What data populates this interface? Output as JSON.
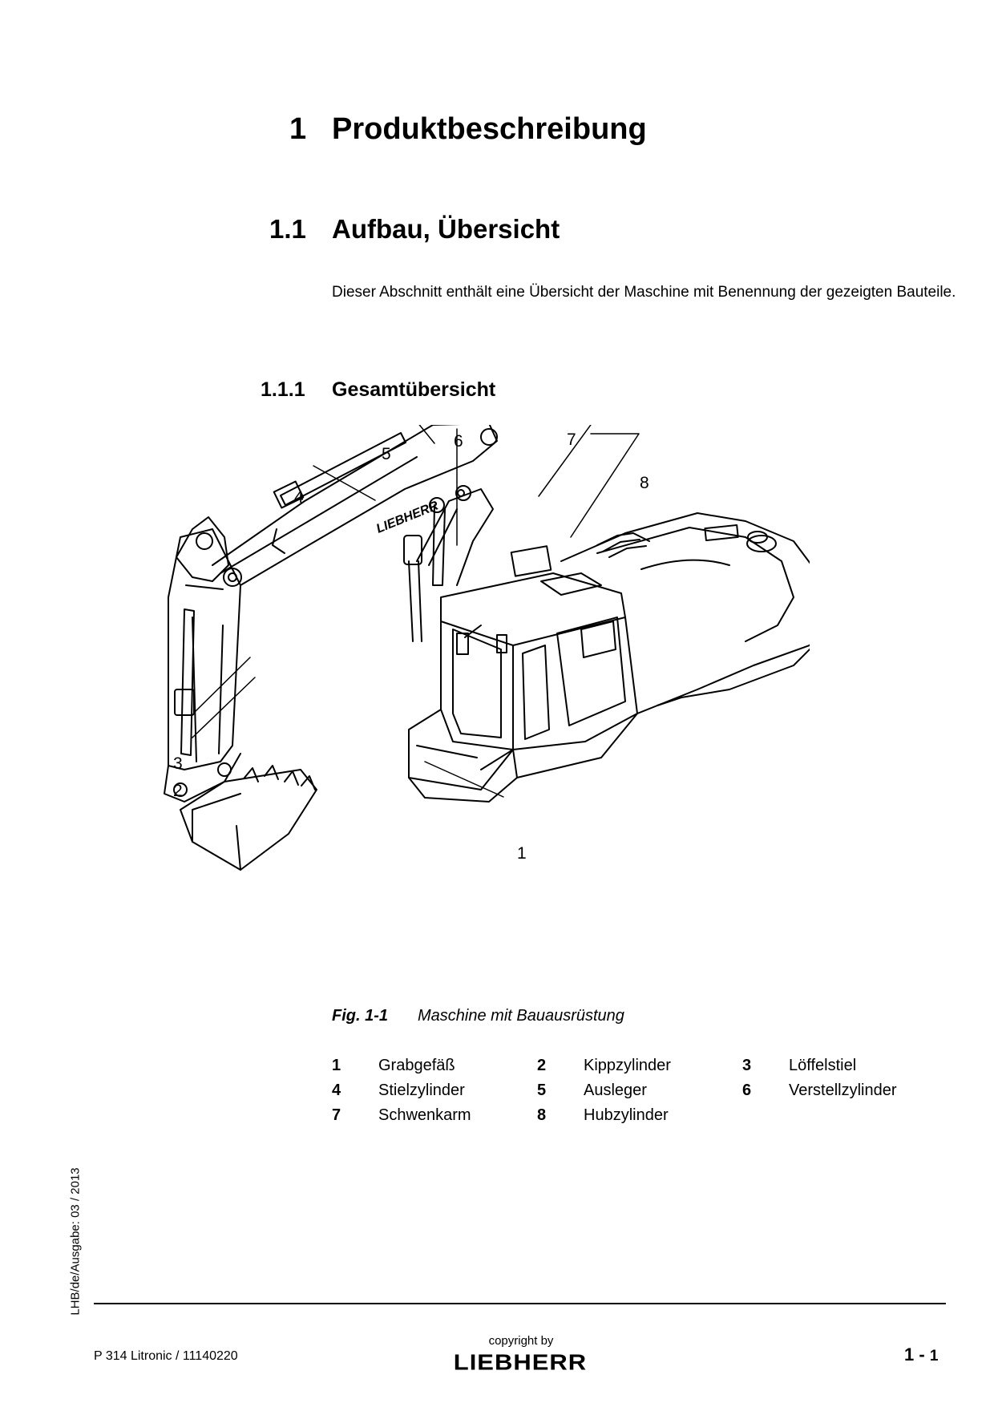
{
  "heading1": {
    "number": "1",
    "title": "Produktbeschreibung"
  },
  "heading2": {
    "number": "1.1",
    "title": "Aufbau, Übersicht"
  },
  "intro": "Dieser Abschnitt enthält eine Übersicht der Maschine mit Benennung der gezeigten Bauteile.",
  "heading3": {
    "number": "1.1.1",
    "title": "Gesamtübersicht"
  },
  "figure": {
    "callouts": [
      "1",
      "2",
      "3",
      "4",
      "5",
      "6",
      "7",
      "8"
    ],
    "boom_brand": "LIEBHERR",
    "caption_label": "Fig. 1-1",
    "caption_text": "Maschine mit Bauausrüstung"
  },
  "legend": [
    {
      "num": "1",
      "label": "Grabgefäß"
    },
    {
      "num": "2",
      "label": "Kippzylinder"
    },
    {
      "num": "3",
      "label": "Löffelstiel"
    },
    {
      "num": "4",
      "label": "Stielzylinder"
    },
    {
      "num": "5",
      "label": "Ausleger"
    },
    {
      "num": "6",
      "label": "Verstellzylinder"
    },
    {
      "num": "7",
      "label": "Schwenkarm"
    },
    {
      "num": "8",
      "label": "Hubzylinder"
    }
  ],
  "side_note": "LHB/de/Ausgabe: 03 / 2013",
  "footer": {
    "doc_id": "P 314 Litronic / 11140220",
    "copyright": "copyright by",
    "logo_text": "LIEBHERR",
    "page_chapter": "1",
    "page_sep": "-",
    "page_num": "1"
  }
}
